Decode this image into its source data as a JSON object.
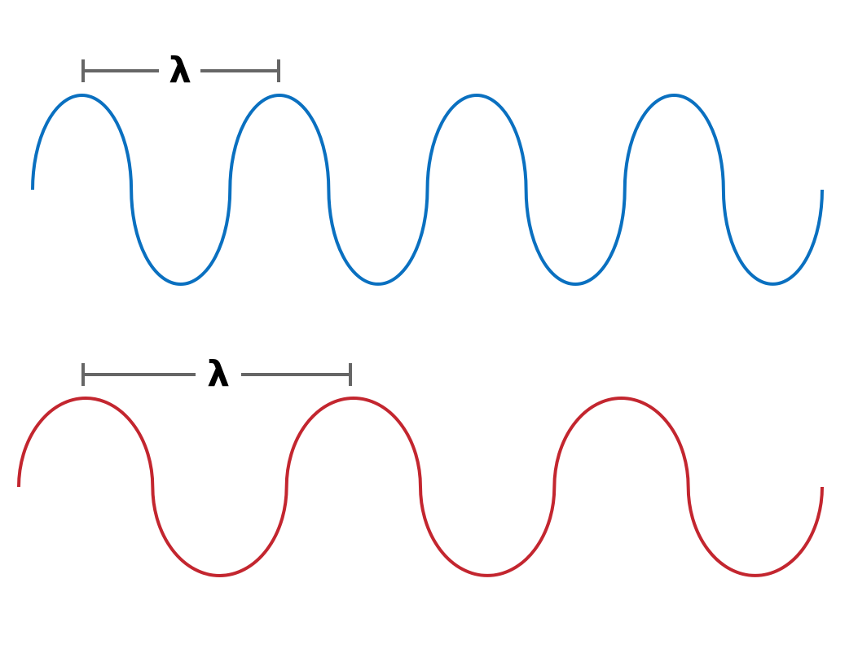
{
  "colors": {
    "short_wave": "#0a70c0",
    "long_wave": "#c3262f",
    "scale_bar": "#666666",
    "label": "#000000"
  },
  "waves": [
    {
      "id": "short",
      "label": "λ",
      "color": "#0a70c0",
      "half_cycles": 8
    },
    {
      "id": "long",
      "label": "λ",
      "color": "#c3262f",
      "half_cycles": 6
    }
  ]
}
